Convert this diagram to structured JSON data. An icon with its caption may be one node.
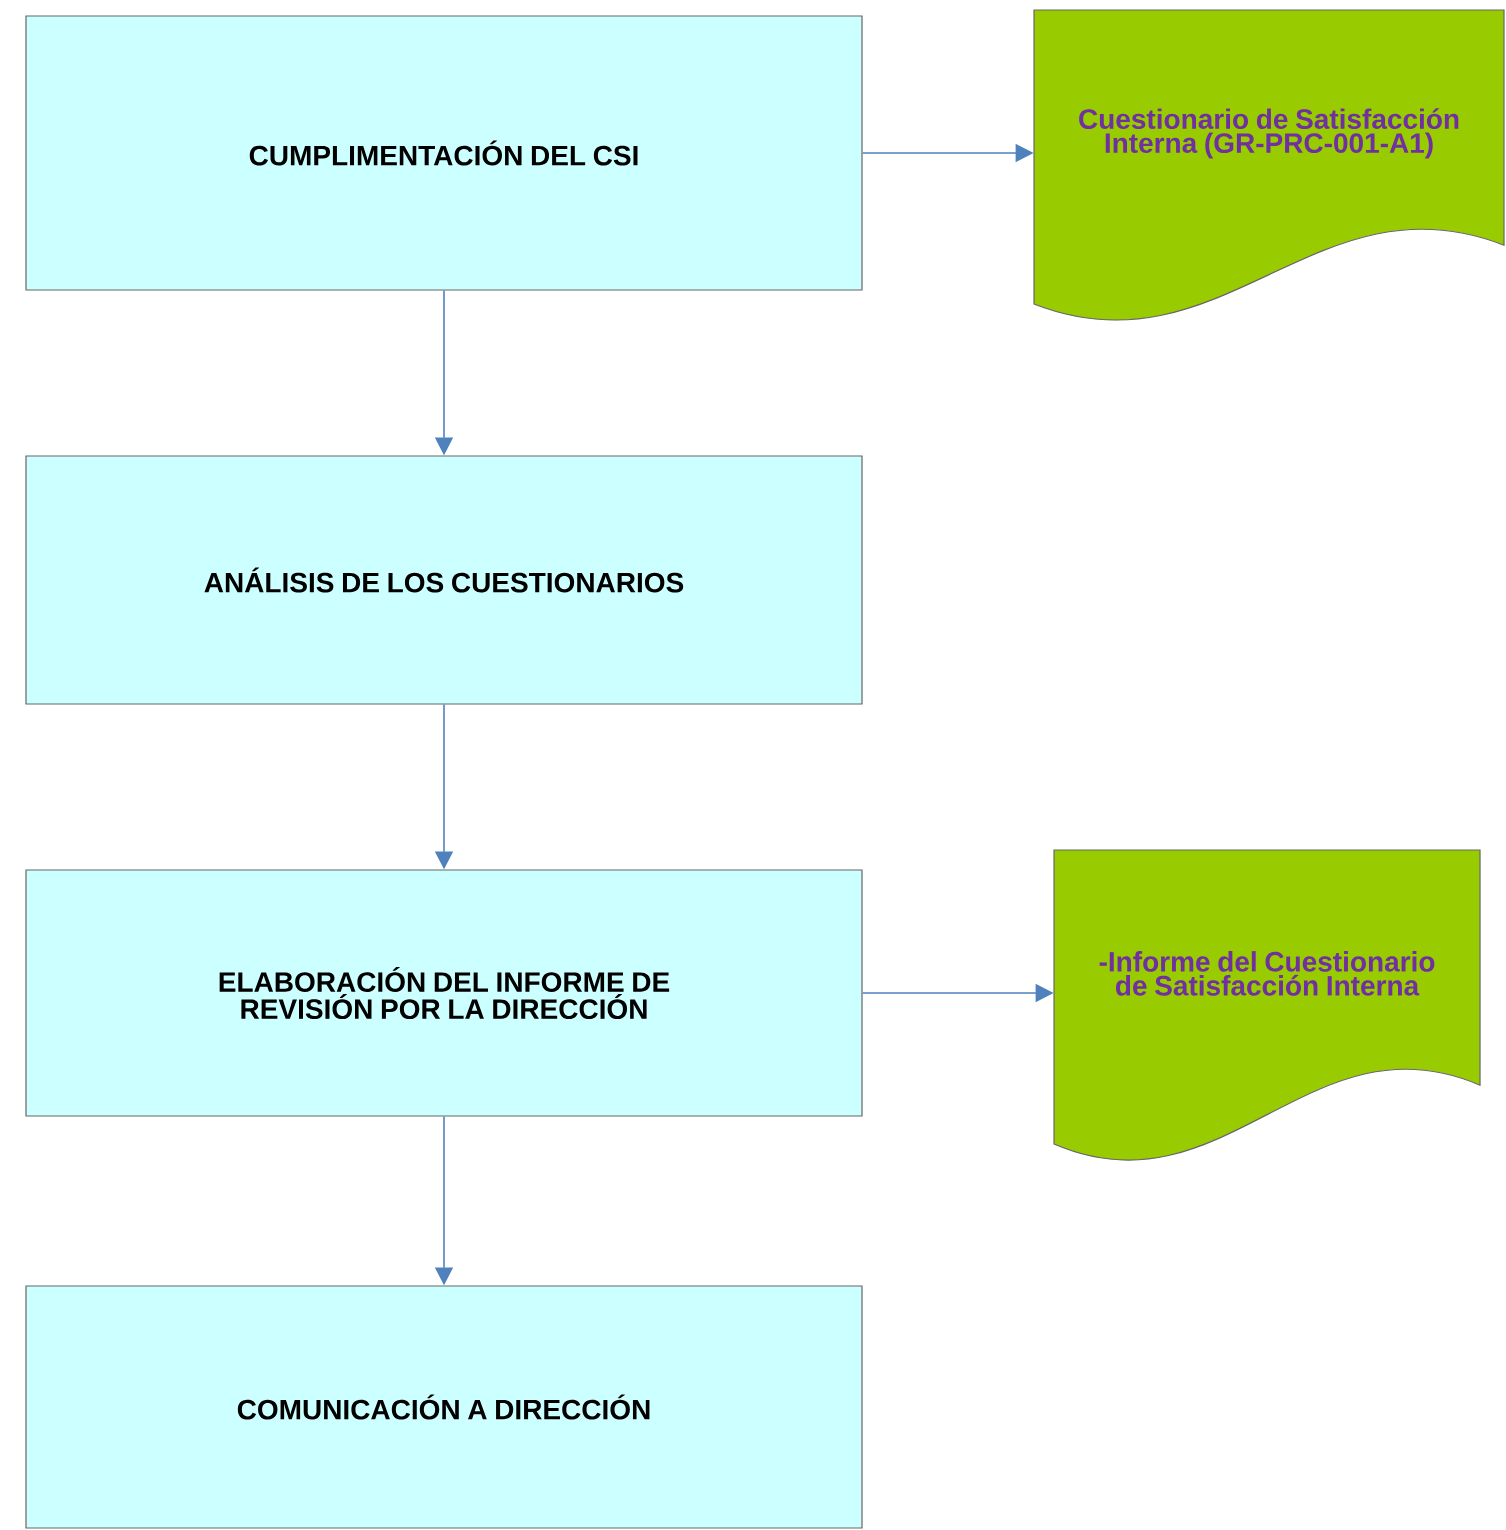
{
  "diagram": {
    "nodes": [
      {
        "text": [
          "CUMPLIMENTACIÓN DEL CSI"
        ]
      },
      {
        "text": [
          "Cuestionario de Satisfacción Interna (GR-PRC-001-A1)"
        ]
      },
      {
        "text": [
          "ANÁLISIS DE LOS CUESTIONARIOS"
        ]
      },
      {
        "text": [
          "ELABORACIÓN DEL INFORME DE REVISIÓN POR LA DIRECCIÓN"
        ]
      },
      {
        "text": [
          "-Informe del Cuestionario de Satisfacción Interna"
        ]
      },
      {
        "text": [
          "COMUNICACIÓN A DIRECCIÓN"
        ]
      }
    ],
    "edges": [
      {
        "from": 0,
        "to": 1,
        "arrow": "to"
      },
      {
        "from": 0,
        "to": 2,
        "arrow": "to"
      },
      {
        "from": 2,
        "to": 3,
        "arrow": "to"
      },
      {
        "from": 3,
        "to": 4,
        "arrow": "to"
      },
      {
        "from": 3,
        "to": 5,
        "arrow": "to"
      }
    ]
  }
}
